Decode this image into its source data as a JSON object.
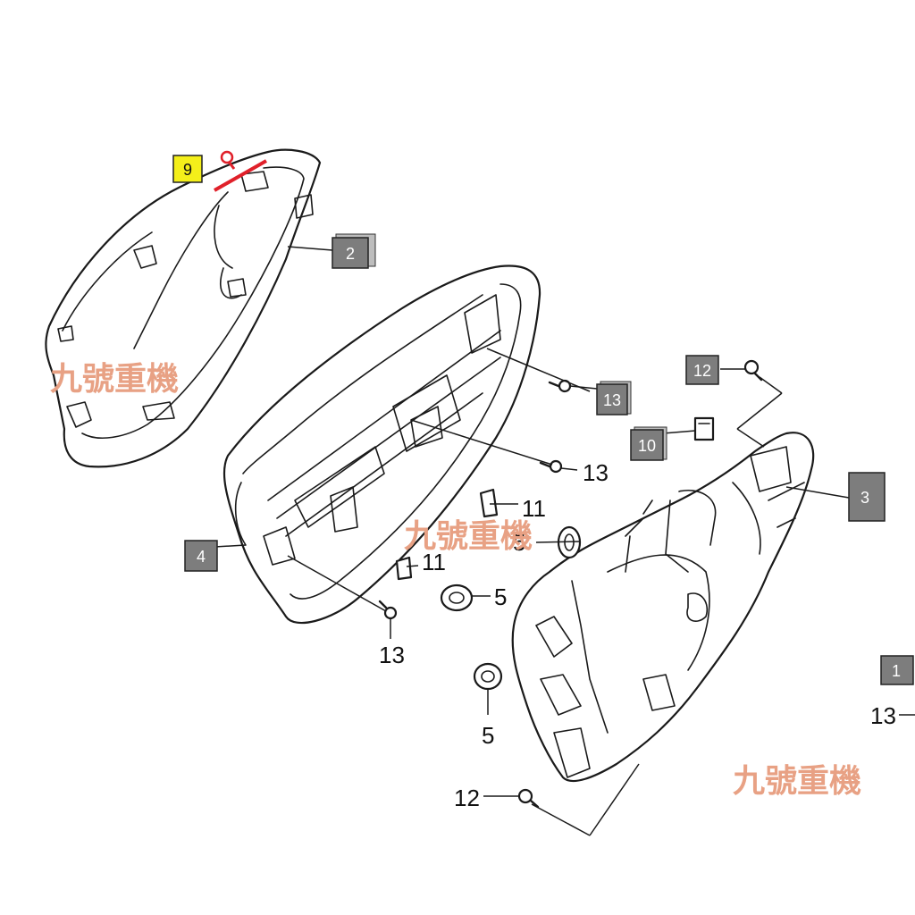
{
  "callouts": {
    "c9": "9",
    "c2": "2",
    "c4": "4",
    "c13_box": "13",
    "c12_box": "12",
    "c10": "10",
    "c3": "3",
    "c1": "1"
  },
  "labels": {
    "l13_a": "13",
    "l11_a": "11",
    "l5_a": "5",
    "l11_b": "11",
    "l5_b": "5",
    "l13_b": "13",
    "l5_c": "5",
    "l12": "12",
    "l13_right": "13"
  },
  "watermarks": {
    "w1": "九號重機",
    "w2": "九號重機",
    "w3": "九號重機"
  },
  "colors": {
    "callout_gray": "#7d7d7d",
    "callout_highlight": "#f4ef1a",
    "highlight_line": "#e0202a",
    "watermark": "#e8a184"
  }
}
